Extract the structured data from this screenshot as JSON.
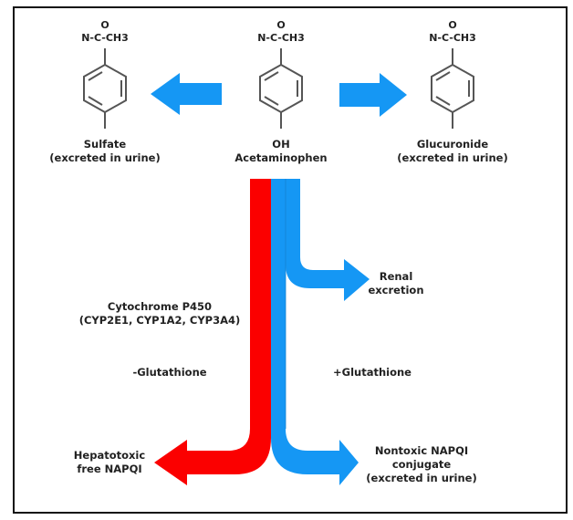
{
  "title": "Acetaminophen metabolism",
  "colors": {
    "blue": "#1597f4",
    "red": "#fb0000",
    "bond": "#555555",
    "text": "#222222"
  },
  "molecules": {
    "left": {
      "oxygen": "O",
      "group": "N-C-CH3",
      "bottom": "",
      "name": "Sulfate",
      "note": "(excreted in urine)"
    },
    "center": {
      "oxygen": "O",
      "group": "N-C-CH3",
      "bottom": "OH",
      "name": "Acetaminophen",
      "note": ""
    },
    "right": {
      "oxygen": "O",
      "group": "N-C-CH3",
      "bottom": "",
      "name": "Glucuronide",
      "note": "(excreted in urine)"
    }
  },
  "labels": {
    "renal_1": "Renal",
    "renal_2": "excretion",
    "enzyme_1": "Cytochrome P450",
    "enzyme_2": "(CYP2E1, CYP1A2, CYP3A4)",
    "minus_glut": "-Glutathione",
    "plus_glut": "+Glutathione",
    "toxic_1": "Hepatotoxic",
    "toxic_2": "free NAPQI",
    "nontoxic_1": "Nontoxic NAPQI",
    "nontoxic_2": "conjugate",
    "nontoxic_3": "(excreted in urine)"
  }
}
